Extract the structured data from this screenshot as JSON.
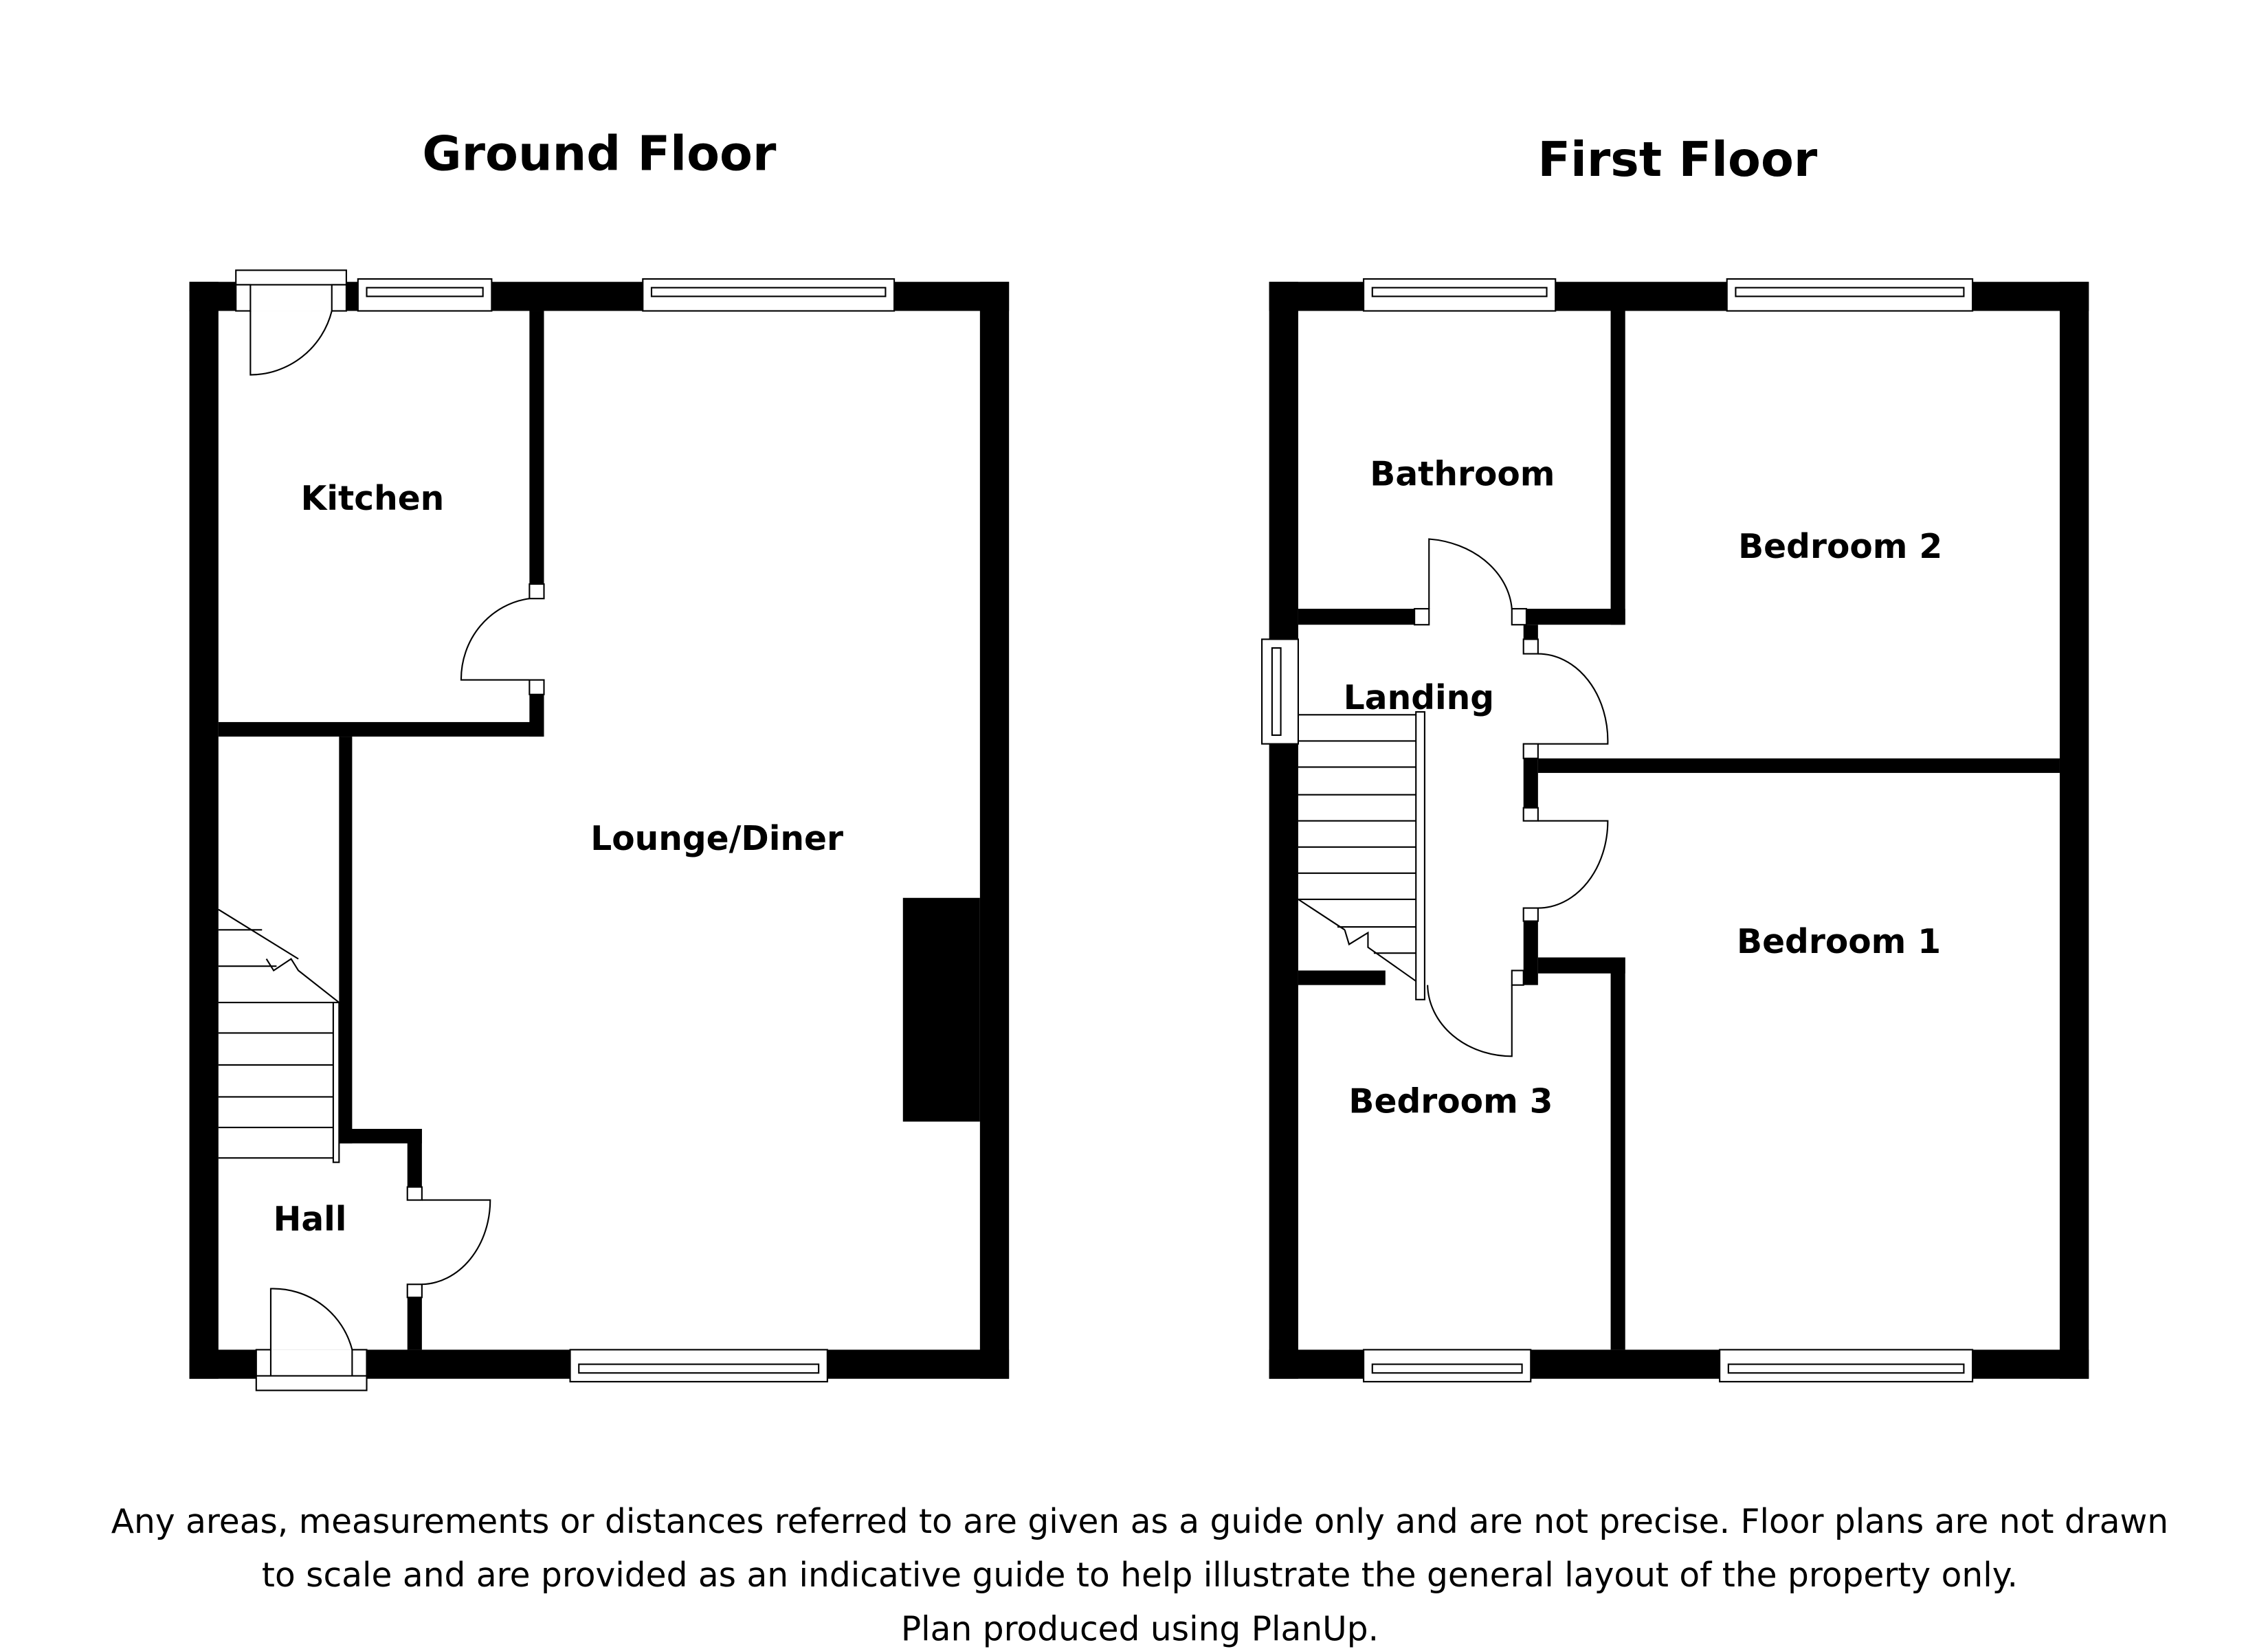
{
  "ground_floor": {
    "title": "Ground Floor",
    "rooms": {
      "kitchen": "Kitchen",
      "lounge": "Lounge/Diner",
      "hall": "Hall"
    }
  },
  "first_floor": {
    "title": "First Floor",
    "rooms": {
      "bathroom": "Bathroom",
      "bedroom2": "Bedroom 2",
      "landing": "Landing",
      "bedroom1": "Bedroom 1",
      "bedroom3": "Bedroom 3"
    }
  },
  "disclaimer": {
    "line1": "Any areas, measurements or distances referred to are given as a guide only and are not precise. Floor plans are not drawn",
    "line2": "to scale and are provided as an indicative guide to help illustrate the general layout of the property only.",
    "line3": "Plan produced using PlanUp."
  }
}
